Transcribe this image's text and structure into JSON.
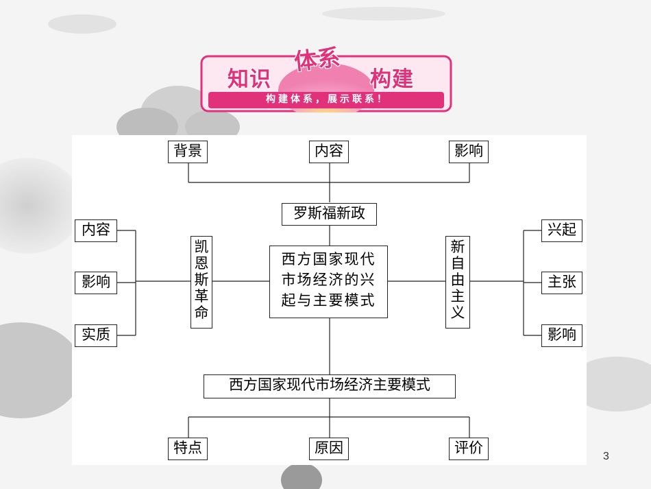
{
  "banner": {
    "title_left": "知识",
    "title_mid": "体系",
    "title_right": "构建",
    "subtitle": "构建体系，展示联系！"
  },
  "diagram": {
    "top_items": [
      "背景",
      "内容",
      "影响"
    ],
    "roosevelt": "罗斯福新政",
    "left_items": [
      "内容",
      "影响",
      "实质"
    ],
    "keynes": [
      "凯",
      "恩",
      "斯",
      "革",
      "命"
    ],
    "central": [
      "西方国家现代",
      "市场经济的兴",
      "起与主要模式"
    ],
    "neoliberal": [
      "新",
      "自",
      "由",
      "主",
      "义"
    ],
    "right_items": [
      "兴起",
      "主张",
      "影响"
    ],
    "models": "西方国家现代市场经济主要模式",
    "bottom_items": [
      "特点",
      "原因",
      "评价"
    ]
  },
  "page_number": "3",
  "colors": {
    "banner_pink": "#e0317a",
    "line": "#222222"
  }
}
